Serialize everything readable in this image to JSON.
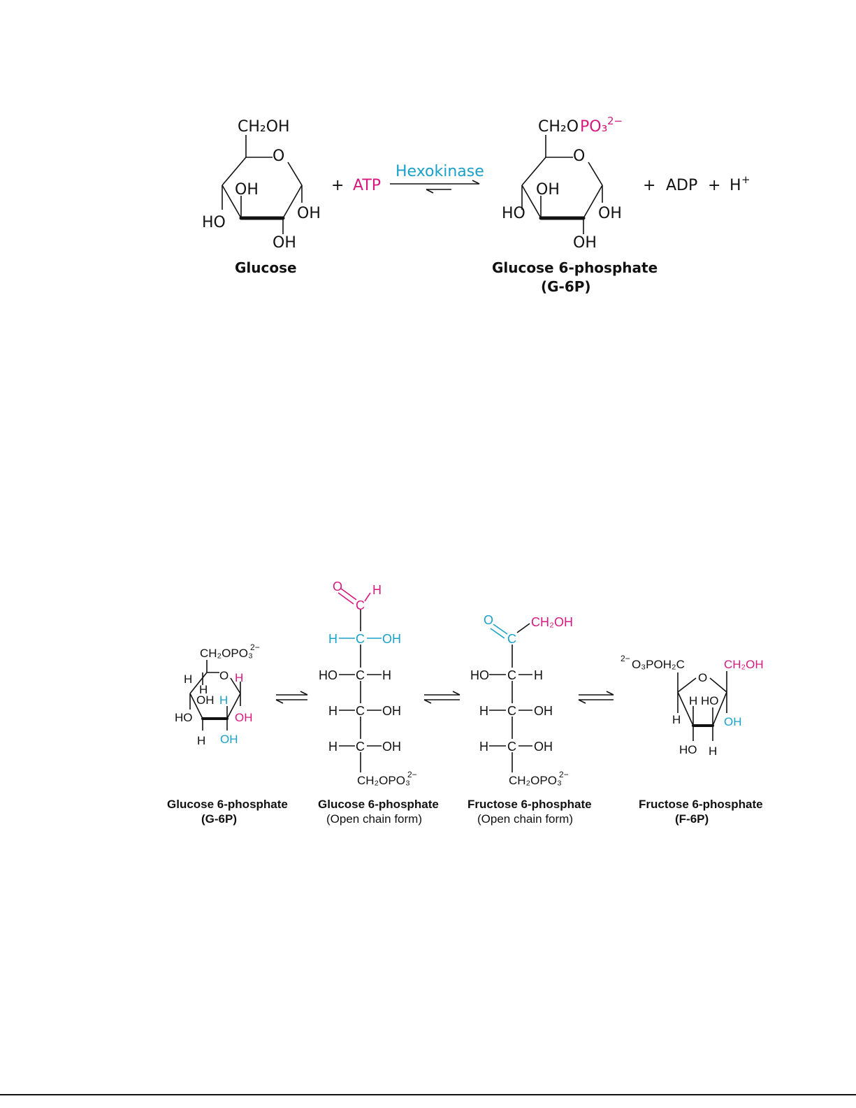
{
  "colors": {
    "magenta": "#d6197f",
    "cyan": "#1aa1c9",
    "black": "#111111"
  },
  "reaction1": {
    "glucose": {
      "ch2oh": "CH₂OH",
      "ring_o": "O",
      "oh_top": "OH",
      "oh_right": "OH",
      "ho_left": "HO",
      "oh_bottom": "OH",
      "name": "Glucose"
    },
    "plus1": "+",
    "atp": "ATP",
    "enzyme": "Hexokinase",
    "g6p": {
      "ch2o": "CH₂O",
      "po3": "PO₃",
      "charge": "2−",
      "ring_o": "O",
      "oh_top": "OH",
      "oh_right": "OH",
      "ho_left": "HO",
      "oh_bottom": "OH",
      "name": "Glucose 6-phosphate",
      "abbr": "(G-6P)"
    },
    "plus2": "+",
    "adp": "ADP",
    "plus3": "+",
    "h": "H",
    "h_charge": "+"
  },
  "reaction2": {
    "g6p_ring": {
      "ch2opo3": "CH₂OPO₃",
      "charge": "2−",
      "h1": "H",
      "o": "O",
      "h_mag": "H",
      "h2": "H",
      "oh": "OH",
      "h_cyan": "H",
      "ho": "HO",
      "oh_mag": "OH",
      "h3": "H",
      "oh_cyan": "OH",
      "name": "Glucose 6-phosphate",
      "abbr": "(G-6P)"
    },
    "g6p_open": {
      "o": "O",
      "c1": "C",
      "h1": "H",
      "h_c2": "H",
      "c2": "C",
      "oh_c2": "OH",
      "ho_c3": "HO",
      "c3": "C",
      "h_c3": "H",
      "h_c4": "H",
      "c4": "C",
      "oh_c4": "OH",
      "h_c5": "H",
      "c5": "C",
      "oh_c5": "OH",
      "bottom": "CH₂OPO₃",
      "charge": "2−",
      "name": "Glucose 6-phosphate",
      "form": "(Open chain form)"
    },
    "f6p_open": {
      "o": "O",
      "c2": "C",
      "ch2oh": "CH₂OH",
      "ho_c3": "HO",
      "c3": "C",
      "h_c3": "H",
      "h_c4": "H",
      "c4": "C",
      "oh_c4": "OH",
      "h_c5": "H",
      "c5": "C",
      "oh_c5": "OH",
      "bottom": "CH₂OPO₃",
      "charge": "2−",
      "name": "Fructose 6-phosphate",
      "form": "(Open chain form)"
    },
    "f6p_ring": {
      "charge": "2−",
      "o3pohc": "O₃POH₂C",
      "ch2oh": "CH₂OH",
      "o": "O",
      "h_ho": "H HO",
      "h_left": "H",
      "oh_cyan": "OH",
      "ho_bottom": "HO",
      "h_bottom": "H",
      "name": "Fructose 6-phosphate",
      "abbr": "(F-6P)"
    }
  }
}
